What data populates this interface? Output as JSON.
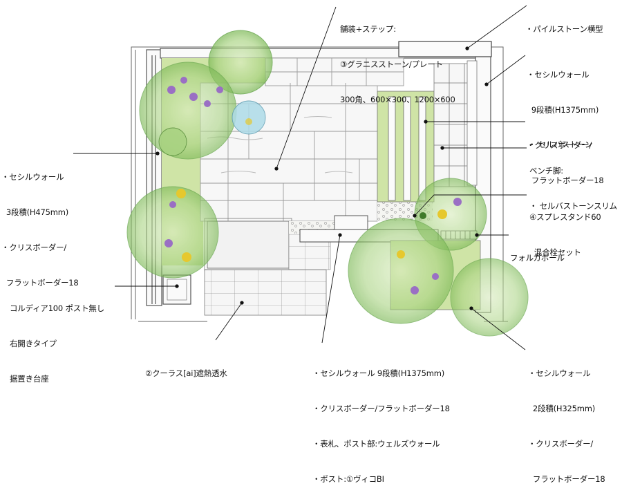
{
  "labels": {
    "paving": [
      "舗装+ステップ:",
      "③グラニスストーン/プレート",
      "300角、600×300、1200×600"
    ],
    "pile_stone": [
      "・パイルストーン横型"
    ],
    "wall_right": [
      "・セシルウォール",
      "  9段積(H1375mm)",
      "・クリスボーダー/",
      "  フラットボーダー18"
    ],
    "selbus_stone": [
      "・ セルバストーン"
    ],
    "bench_leg": [
      "ベンチ脚:",
      "・ セルバストーンスリム"
    ],
    "faucet": [
      "④スプレスタンド60",
      "  混合栓セット"
    ],
    "folga_pole": [
      "フォルガポール"
    ],
    "wall_left": [
      "・セシルウォール",
      "  3段積(H475mm)",
      "・クリスボーダー/",
      "  フラットボーダー18"
    ],
    "post": [
      "コルディア100 ポスト無し",
      "右開きタイプ",
      "据置き台座"
    ],
    "coolas": [
      "②クーラス[ai]遮熱透水"
    ],
    "wall_bottom": [
      "・セシルウォール 9段積(H1375mm)",
      "・クリスボーダー/フラットボーダー18",
      "・表札、ポスト部:ウェルズウォール",
      "・ポスト:①ヴィコBI"
    ],
    "wall_bottom_right": [
      "・セシルウォール",
      "  2段積(H325mm)",
      "・クリスボーダー/",
      "  フラットボーダー18"
    ]
  },
  "colors": {
    "ink": "#555555",
    "tree_green": "#8fc46a",
    "tree_light": "#c9e3a8",
    "shrub_dark": "#4f8a35",
    "flower_purple": "#9a6fc4",
    "flower_yellow": "#e6c82e",
    "water_blue": "#7fc7e0",
    "pavement": "#f4f4f4",
    "leader": "#111111"
  }
}
